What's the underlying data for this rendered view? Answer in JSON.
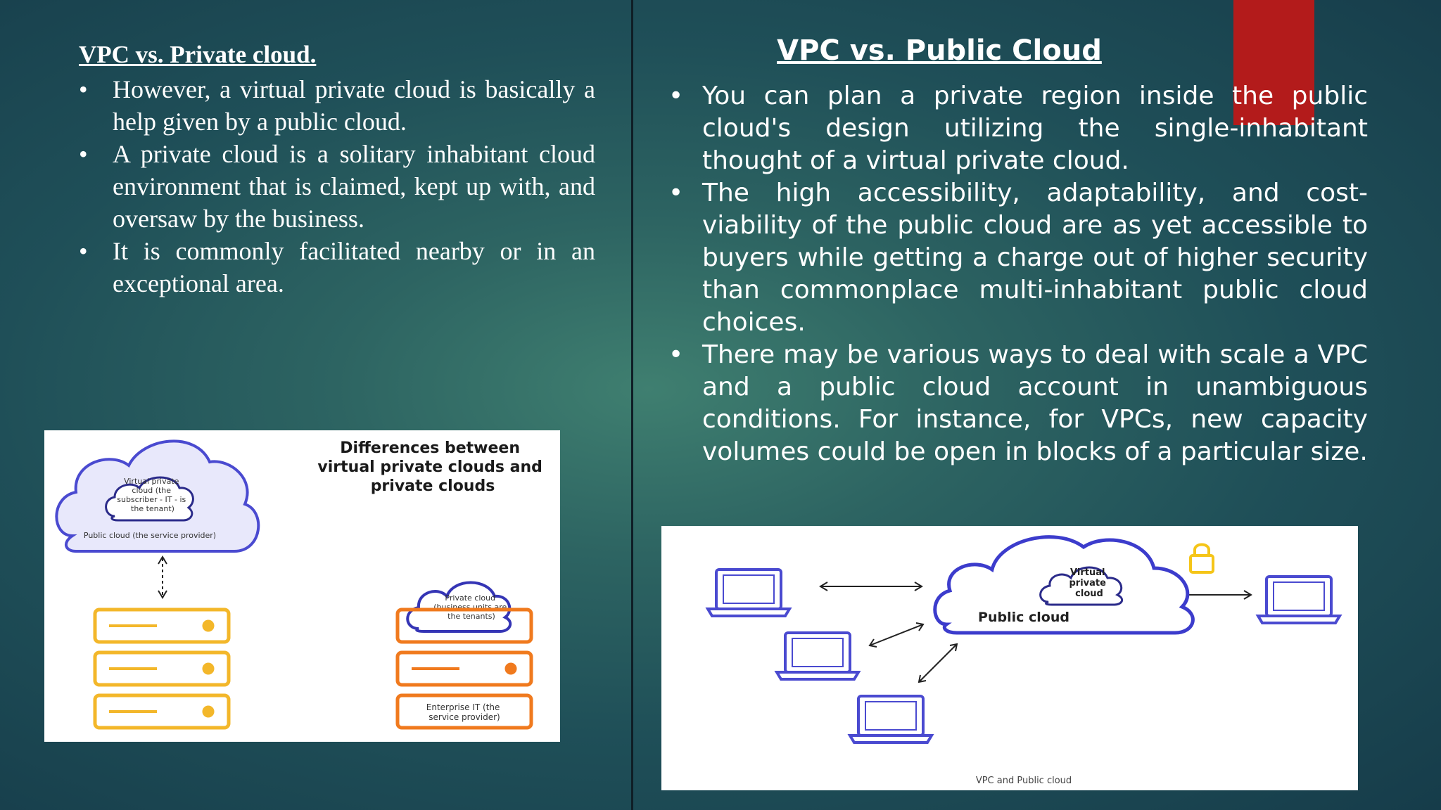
{
  "left": {
    "heading": "VPC vs. Private cloud.",
    "bullets": [
      "However, a virtual private cloud is basically a help given by a public cloud.",
      "A private cloud is a solitary inhabitant cloud environment that is claimed, kept up with, and oversaw by the business.",
      "It is commonly facilitated nearby or in an exceptional area."
    ]
  },
  "right": {
    "heading": "VPC vs. Public Cloud",
    "bullets": [
      "You can plan a private region inside the public cloud's design utilizing the single-inhabitant thought of a virtual private cloud.",
      "The high accessibility, adaptability, and cost-viability of the public cloud are as yet accessible to buyers while getting a charge out of higher security than commonplace multi-inhabitant public cloud choices.",
      "There may be various ways to deal with scale a VPC and a public cloud account in unambiguous conditions. For instance, for VPCs, new capacity volumes could be open in blocks of a particular size."
    ]
  },
  "bullet_symbol": "•",
  "diagram_left": {
    "title_lines": [
      "Differences between",
      "virtual private clouds and",
      "private clouds"
    ],
    "vpc_label_lines": [
      "Virtual private",
      "cloud (the",
      "subscriber - IT - is",
      "the tenant)"
    ],
    "public_cloud_label": "Public cloud (the service provider)",
    "private_cloud_label_lines": [
      "Private cloud",
      "(business units are",
      "the tenants)"
    ],
    "enterprise_label_lines": [
      "Enterprise IT (the",
      "service provider)"
    ]
  },
  "diagram_right": {
    "vpc_label_lines": [
      "Virtual",
      "private",
      "cloud"
    ],
    "public_cloud_label": "Public cloud",
    "caption": "VPC and Public cloud"
  },
  "colors": {
    "accent_red": "#b31b1b",
    "cloud_blue": "#4a4ad0",
    "server_yellow": "#f3b72a",
    "server_orange": "#f07a1e",
    "lock_yellow": "#f5c518"
  }
}
